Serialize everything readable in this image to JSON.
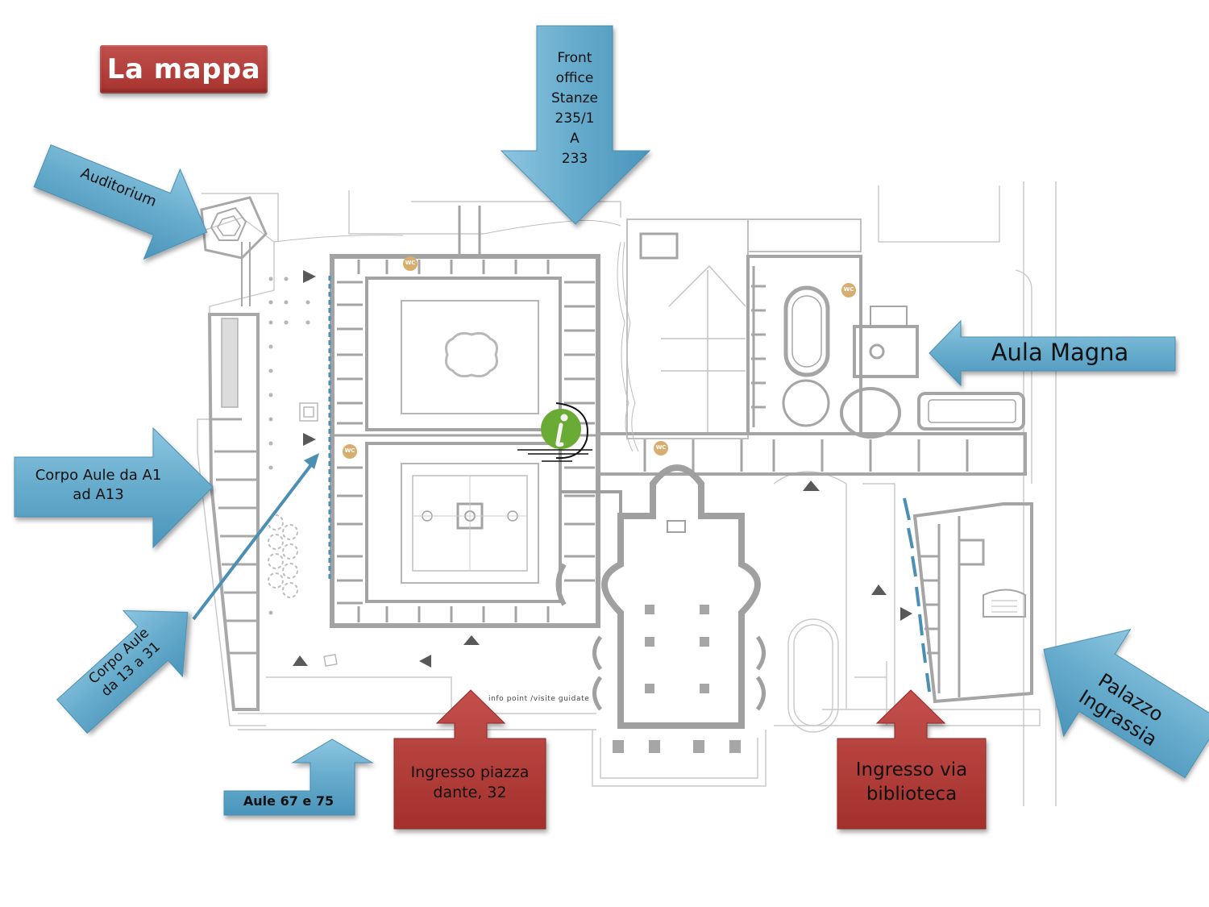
{
  "title": "La mappa",
  "colors": {
    "blue_arrow": "#6aafcf",
    "blue_arrow_dark": "#3b86ad",
    "red_box": "#b23b37",
    "red_title": "#b13d3a",
    "plan_wall": "#a6a6a6",
    "plan_line": "#c4c4c4",
    "wc_marker": "#d8ae6e",
    "info_green": "#6aab35",
    "path_blue": "#4b8fb5"
  },
  "labels": {
    "front_office": [
      "Front",
      "office",
      "Stanze",
      "235/1",
      "A",
      "233"
    ],
    "auditorium": "Auditorium",
    "aula_magna": "Aula Magna",
    "corpo_aule_a1_a13": [
      "Corpo Aule da A1",
      "ad A13"
    ],
    "corpo_aule_13_31": [
      "Corpo Aule",
      "da 13 a 31"
    ],
    "aule_67_75": "Aule 67 e 75",
    "ingresso_piazza_dante": [
      "Ingresso piazza",
      "dante, 32"
    ],
    "ingresso_via_biblioteca": [
      "Ingresso via",
      "biblioteca"
    ],
    "palazzo_ingrassia": [
      "Palazzo",
      "Ingrassia"
    ],
    "info_point": "info point /visite guidate"
  },
  "markers": {
    "wc_label": "WC",
    "info_icon": "i"
  },
  "icons": {
    "info": "info-icon",
    "wc": "wc-icon",
    "entrance": "triangle-marker-icon"
  }
}
